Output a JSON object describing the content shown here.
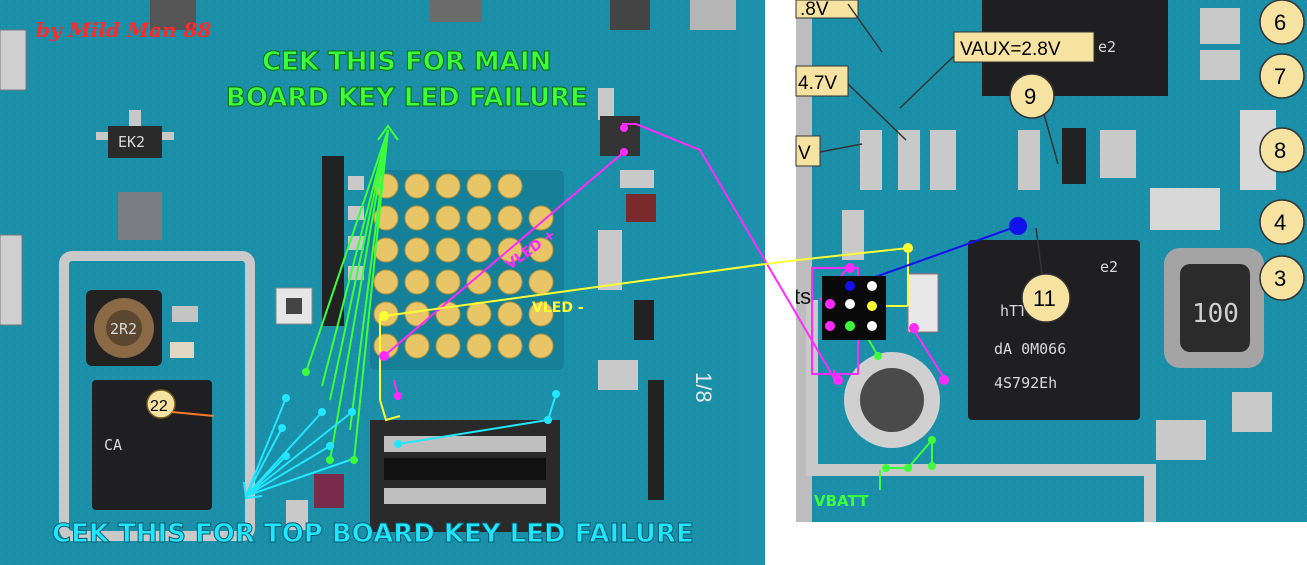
{
  "left_board": {
    "credit": "by Mild Man 88",
    "main_title_line1": "CEK THIS FOR MAIN",
    "main_title_line2": "BOARD KEY LED FAILURE",
    "top_title": "CEK THIS FOR TOP BOARD KEY LED FAILURE",
    "vled_plus": "VLED +",
    "vled_minus": "VLED -",
    "marker_22": "22",
    "side_marking": "1/8",
    "component_ek2": "EK2",
    "component_2r2": "2R2"
  },
  "right_board": {
    "callouts": [
      {
        "text": ".8V"
      },
      {
        "text": "VAUX=2.8V"
      },
      {
        "text": "4.7V"
      },
      {
        "text": "V"
      }
    ],
    "numbers": [
      "6",
      "7",
      "8",
      "4",
      "3",
      "9",
      "11"
    ],
    "vbatt": "VBATT",
    "chip_marking": [
      "e2",
      "hTT SAW",
      "dA 0M066",
      "4S792Eh"
    ],
    "inductor_marking": "100",
    "ts_label": "ts"
  },
  "colors": {
    "pcb": "#1b8ea8",
    "pcb_dark": "#12697e",
    "pad_gold": "#e8c566",
    "callout_bg": "#f7e3a1",
    "green": "#3cff3c",
    "cyan": "#22e6ff",
    "magenta": "#ff2aff",
    "yellow": "#ffff33",
    "blue": "#1111ee"
  }
}
